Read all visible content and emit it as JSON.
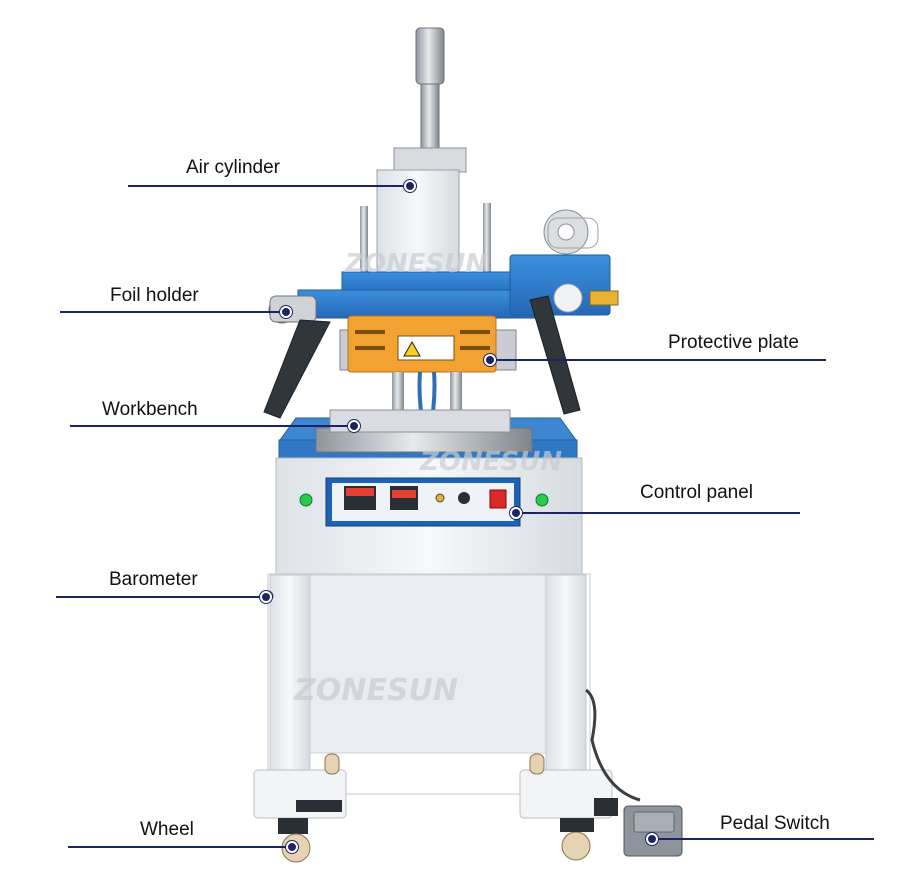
{
  "brand": {
    "watermark": "ZONESUN"
  },
  "colors": {
    "leader": "#1d2466",
    "frame_blue": "#2f83d4",
    "plate_orange": "#f2a230",
    "cabinet_white": "#eef1f4"
  },
  "callouts": {
    "air_cylinder": "Air cylinder",
    "foil_holder": "Foil holder",
    "protective_plate": "Protective plate",
    "workbench": "Workbench",
    "control_panel": "Control panel",
    "barometer": "Barometer",
    "wheel": "Wheel",
    "pedal_switch": "Pedal Switch"
  }
}
